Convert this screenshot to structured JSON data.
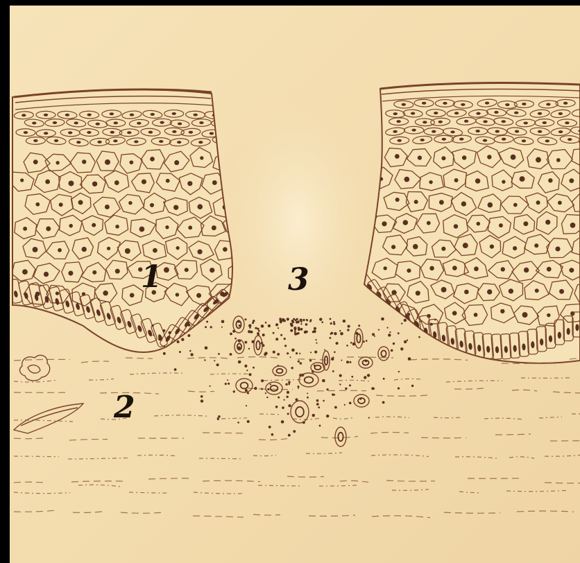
{
  "colors": {
    "background": "#000000",
    "paper": "#f3ddb0",
    "paper_light": "#f7e8c6",
    "ink": "#7a4228",
    "nucleus": "#5a3020",
    "label": "#1c120c"
  },
  "labels": {
    "one": "1",
    "two": "2",
    "three": "3"
  }
}
